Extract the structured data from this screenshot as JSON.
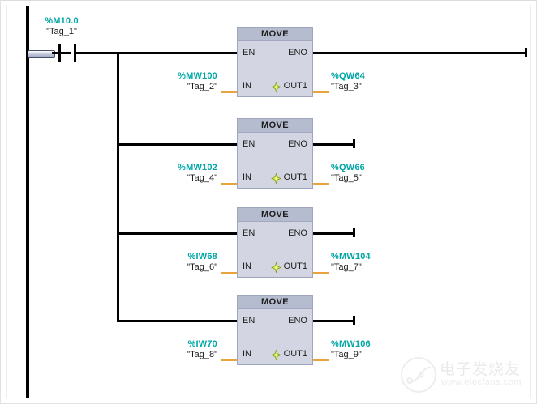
{
  "editor": {
    "language": "LAD",
    "network_title": "",
    "background_color": "#ffffff",
    "address_color": "#00a6a6",
    "wire_color": "#000000",
    "connector_color": "#e8a33d",
    "block_header_color": "#b6bcd0",
    "block_body_color": "#d3d6e2"
  },
  "rung": {
    "contact": {
      "type": "normally-open-contact",
      "address": "%M10.0",
      "tag": "\"Tag_1\""
    },
    "selection_chip": "selection-handle"
  },
  "blocks": [
    {
      "name": "MOVE",
      "pins": {
        "en": "EN",
        "eno": "ENO",
        "in": "IN",
        "out": "OUT1"
      },
      "icon": "sparkle-icon",
      "input": {
        "address": "%MW100",
        "tag": "\"Tag_2\""
      },
      "output": {
        "address": "%QW64",
        "tag": "\"Tag_3\""
      }
    },
    {
      "name": "MOVE",
      "pins": {
        "en": "EN",
        "eno": "ENO",
        "in": "IN",
        "out": "OUT1"
      },
      "icon": "sparkle-icon",
      "input": {
        "address": "%MW102",
        "tag": "\"Tag_4\""
      },
      "output": {
        "address": "%QW66",
        "tag": "\"Tag_5\""
      }
    },
    {
      "name": "MOVE",
      "pins": {
        "en": "EN",
        "eno": "ENO",
        "in": "IN",
        "out": "OUT1"
      },
      "icon": "sparkle-icon",
      "input": {
        "address": "%IW68",
        "tag": "\"Tag_6\""
      },
      "output": {
        "address": "%MW104",
        "tag": "\"Tag_7\""
      }
    },
    {
      "name": "MOVE",
      "pins": {
        "en": "EN",
        "eno": "ENO",
        "in": "IN",
        "out": "OUT1"
      },
      "icon": "sparkle-icon",
      "input": {
        "address": "%IW70",
        "tag": "\"Tag_8\""
      },
      "output": {
        "address": "%MW106",
        "tag": "\"Tag_9\""
      }
    }
  ],
  "watermark": {
    "text_cn": "电子发烧友",
    "url": "www.elecfans.com",
    "logo": "elecfans-logo-icon"
  }
}
